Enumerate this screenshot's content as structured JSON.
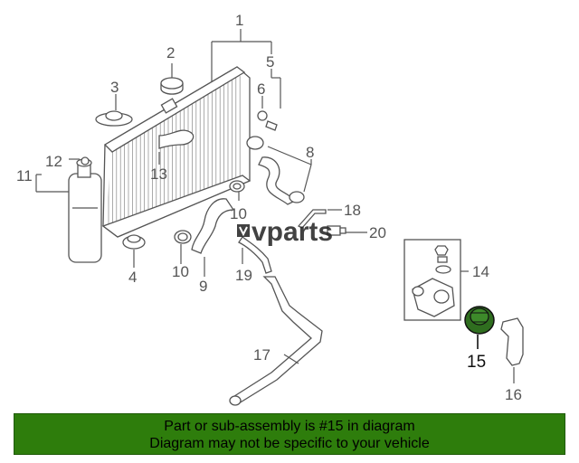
{
  "diagram": {
    "callouts": [
      "1",
      "2",
      "3",
      "4",
      "5",
      "6",
      "8",
      "9",
      "10",
      "10",
      "11",
      "12",
      "13",
      "14",
      "15",
      "16",
      "17",
      "18",
      "19",
      "20"
    ],
    "highlight_callout": "15",
    "watermark": "vparts",
    "highlight_color": "#2f6e1f"
  },
  "banner": {
    "line1": "Part or sub-assembly is #15 in diagram",
    "line2": "Diagram may not be specific to your vehicle",
    "background": "#2e7d0c"
  }
}
